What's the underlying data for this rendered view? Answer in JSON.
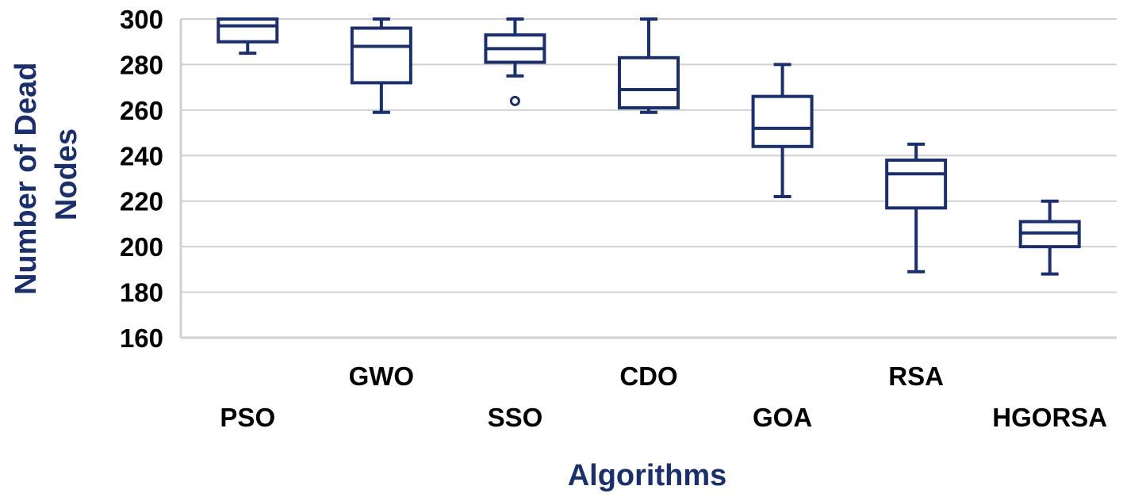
{
  "chart_data": {
    "type": "box",
    "title": "",
    "xlabel": "Algorithms",
    "ylabel": [
      "Number of Dead",
      "Nodes"
    ],
    "ylim": [
      160,
      300
    ],
    "yticks": [
      "160",
      "180",
      "200",
      "220",
      "240",
      "260",
      "280",
      "300"
    ],
    "grid": true,
    "color": "#1b2f6b",
    "categories": [
      "PSO",
      "GWO",
      "SSO",
      "CDO",
      "GOA",
      "RSA",
      "HGORSA"
    ],
    "boxes": [
      {
        "category": "PSO",
        "min": 285,
        "q1": 290,
        "median": 297,
        "q3": 300,
        "max": 300,
        "outliers": []
      },
      {
        "category": "GWO",
        "min": 259,
        "q1": 272,
        "median": 288,
        "q3": 296,
        "max": 300,
        "outliers": []
      },
      {
        "category": "SSO",
        "min": 275,
        "q1": 281,
        "median": 287,
        "q3": 293,
        "max": 300,
        "outliers": [
          264
        ]
      },
      {
        "category": "CDO",
        "min": 259,
        "q1": 261,
        "median": 269,
        "q3": 283,
        "max": 300,
        "outliers": []
      },
      {
        "category": "GOA",
        "min": 222,
        "q1": 244,
        "median": 252,
        "q3": 266,
        "max": 280,
        "outliers": []
      },
      {
        "category": "RSA",
        "min": 189,
        "q1": 217,
        "median": 232,
        "q3": 238,
        "max": 245,
        "outliers": []
      },
      {
        "category": "HGORSA",
        "min": 188,
        "q1": 200,
        "median": 206,
        "q3": 211,
        "max": 220,
        "outliers": []
      }
    ]
  }
}
